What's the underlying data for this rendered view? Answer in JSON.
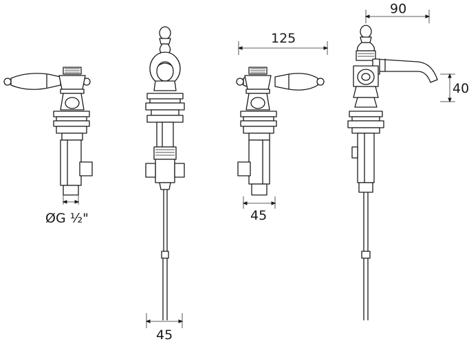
{
  "dimensions": {
    "pipe_thread": "ØG ½\"",
    "tail_spacing": "45",
    "lever_span": "125",
    "valve_width": "45",
    "spout_reach": "90",
    "spout_height": "40"
  }
}
